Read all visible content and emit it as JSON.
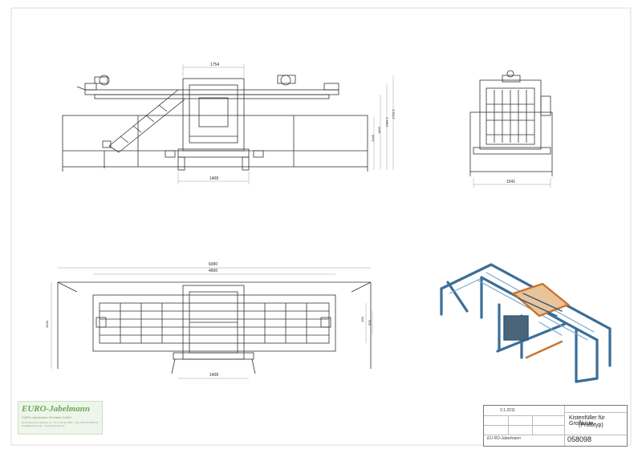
{
  "drawing": {
    "title": "Kistenfüller für Großkiste",
    "subtitle": "(Prototyp)",
    "number": "058098",
    "date": "3.1.2011",
    "company_logo": "EURO-Jabelmann",
    "company_name": "EURO-Jabelmann Vertriebs GmbH",
    "company_address": "Neuenhaus-Am Hambüh 13 · Tel. 0 59 41/ 9333 · Fax 0 59 41/ 9335-10 · info@jabelmann.de · www.jabelmann.de",
    "title_block_logo": "EU RO-Jabelmann"
  },
  "dimensions": {
    "front_top": "1754",
    "front_bottom": "1408",
    "front_vertical": [
      "1145",
      "1492",
      "1584.5",
      "1720.5"
    ],
    "side_bottom": "1541",
    "plan_overall": "6090",
    "plan_inner": "4600",
    "plan_left_height": "1640",
    "plan_right_small_1": "190",
    "plan_right_small_2": "500",
    "plan_bottom": "1408"
  },
  "colors": {
    "frame": "#3a6e98",
    "frame_light": "#7fa9c9",
    "accent": "#c8752c",
    "line": "#333333",
    "logo_green": "#6aa85a"
  }
}
